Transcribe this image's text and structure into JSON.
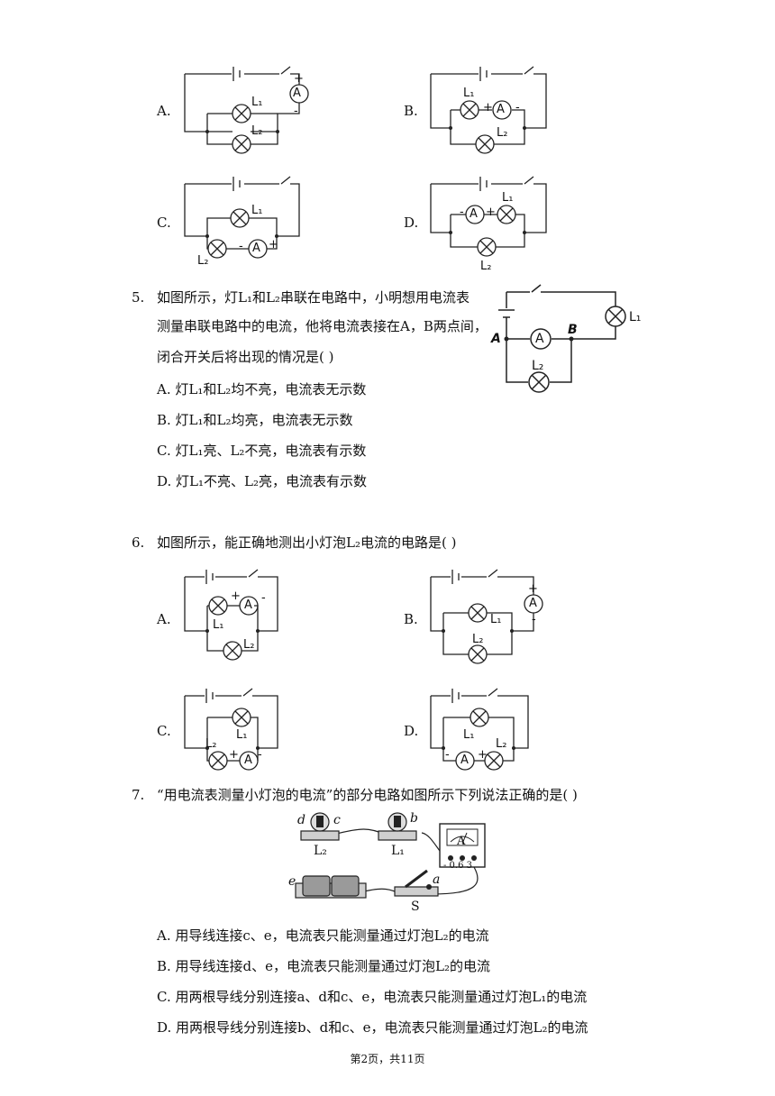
{
  "q4": {
    "options": [
      {
        "letter": "A."
      },
      {
        "letter": "B."
      },
      {
        "letter": "C."
      },
      {
        "letter": "D."
      }
    ]
  },
  "q5": {
    "number": "5.",
    "stem_line1": "如图所示，灯L₁和L₂串联在电路中，小明想用电流表",
    "stem_line2": "测量串联电路中的电流，他将电流表接在A，B两点间，",
    "stem_line3": "闭合开关后将出现的情况是(    )",
    "options": [
      "A. 灯L₁和L₂均不亮，电流表无示数",
      "B. 灯L₁和L₂均亮，电流表无示数",
      "C. 灯L₁亮、L₂不亮，电流表有示数",
      "D. 灯L₁不亮、L₂亮，电流表有示数"
    ],
    "figure": {
      "point_a": "A",
      "point_b": "B",
      "meter": "A",
      "lamp1": "L₁",
      "lamp2": "L₂"
    }
  },
  "q6": {
    "number": "6.",
    "stem": "如图所示，能正确地测出小灯泡L₂电流的电路是(    )",
    "options": [
      {
        "letter": "A."
      },
      {
        "letter": "B."
      },
      {
        "letter": "C."
      },
      {
        "letter": "D."
      }
    ]
  },
  "q7": {
    "number": "7.",
    "stem": "“用电流表测量小灯泡的电流”的部分电路如图所示下列说法正确的是(    )",
    "options": [
      "A. 用导线连接c、e，电流表只能测量通过灯泡L₂的电流",
      "B. 用导线连接d、e，电流表只能测量通过灯泡L₂的电流",
      "C. 用两根导线分别连接a、d和c、e，电流表只能测量通过灯泡L₁的电流",
      "D. 用两根导线分别连接b、d和c、e，电流表只能测量通过灯泡L₂的电流"
    ],
    "figure": {
      "terminal_d": "d",
      "terminal_c": "c",
      "terminal_b": "b",
      "terminal_e": "e",
      "terminal_a": "a",
      "lamp2": "L₂",
      "lamp1": "L₁",
      "meter": "A",
      "scale": "- 0.6 3",
      "switch": "S"
    }
  },
  "symbols": {
    "lamp1": "L₁",
    "lamp2": "L₂",
    "meter": "A",
    "plus": "+",
    "minus": "-"
  },
  "footer": "第2页，共11页"
}
